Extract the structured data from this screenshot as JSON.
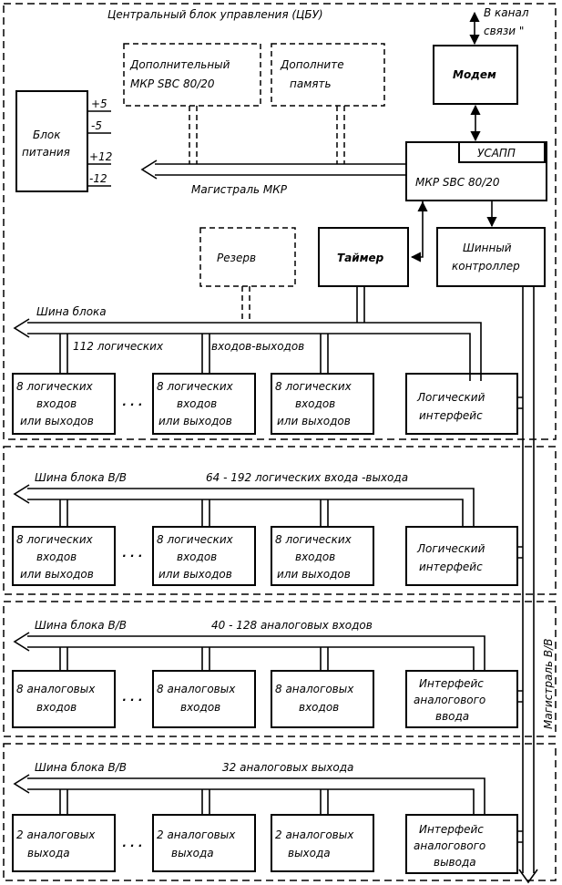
{
  "cbu": {
    "title": "Центральный блок управления (ЦБУ)",
    "channel_line1": "В канал",
    "channel_line2": "связи \"",
    "extra_mkr_line1": "Дополнительный",
    "extra_mkr_line2": "МКР SBC 80/20",
    "extra_mem_line1": "Дополните",
    "extra_mem_line2": "память",
    "modem": "Модем",
    "power_line1": "Блок",
    "power_line2": "питания",
    "voltages": [
      "+5",
      "-5",
      "+12",
      "-12"
    ],
    "usapp": "УСАПП",
    "mkr": "МКР SBC 80/20",
    "bus_mkr": "Магистраль МКР",
    "reserve": "Резерв",
    "timer": "Таймер",
    "bus_ctrl_line1": "Шинный",
    "bus_ctrl_line2": "контроллер"
  },
  "section1": {
    "bus_label": "Шина блока",
    "range_part1": "112 логических",
    "range_part2": "входов-выходов",
    "modules": [
      [
        "8 логических",
        "входов",
        "или выходов"
      ],
      [
        "8 логических",
        "входов",
        "или выходов"
      ],
      [
        "8 логических",
        "входов",
        "или выходов"
      ]
    ],
    "ellipsis": "· · ·",
    "interface_line1": "Логический",
    "interface_line2": "интерфейс"
  },
  "section2": {
    "bus_label": "Шина блока В/В",
    "range": "64 - 192 логических входа -выхода",
    "modules": [
      [
        "8 логических",
        "входов",
        "или выходов"
      ],
      [
        "8 логических",
        "входов",
        "или выходов"
      ],
      [
        "8 логических",
        "входов",
        "или выходов"
      ]
    ],
    "ellipsis": "· · ·",
    "interface_line1": "Логический",
    "interface_line2": "интерфейс"
  },
  "section3": {
    "bus_label": "Шина блока В/В",
    "range": "40 - 128 аналоговых входов",
    "modules": [
      [
        "8 аналоговых",
        "входов"
      ],
      [
        "8 аналоговых",
        "входов"
      ],
      [
        "8 аналоговых",
        "входов"
      ]
    ],
    "ellipsis": "· · ·",
    "interface_line1": "Интерфейс",
    "interface_line2": "аналогового",
    "interface_line3": "ввода"
  },
  "section4": {
    "bus_label": "Шина блока В/В",
    "range": "32 аналоговых выхода",
    "modules": [
      [
        "2 аналоговых",
        "выхода"
      ],
      [
        "2 аналоговых",
        "выхода"
      ],
      [
        "2 аналоговых",
        "выхода"
      ]
    ],
    "ellipsis": "· · ·",
    "interface_line1": "Интерфейс",
    "interface_line2": "аналогового",
    "interface_line3": "вывода"
  },
  "io_bus_label": "Магистраль В/В"
}
